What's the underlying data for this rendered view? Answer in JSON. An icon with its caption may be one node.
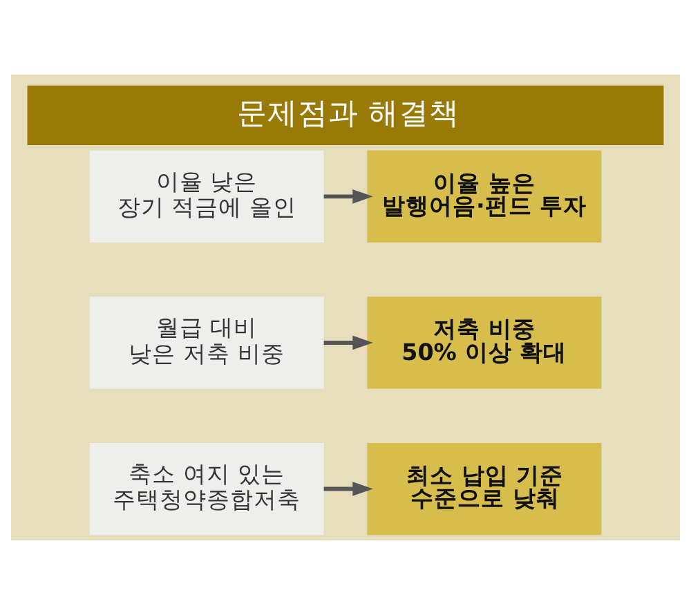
{
  "diagram": {
    "title": "문제점과 해결책",
    "nodes": [
      {
        "text": [
          "이율 낮은 장기 적금에 올인"
        ]
      },
      {
        "text": [
          "이율 높은 발행어음·펀드 투자"
        ]
      },
      {
        "text": [
          "월급 대비 낮은 저축 비중"
        ]
      },
      {
        "text": [
          "저축 비중 50% 이상 확대"
        ]
      },
      {
        "text": [
          "축소 여지 있는 주택청약종합저축"
        ]
      },
      {
        "text": [
          "최소 납입 기준 수준으로 낮춰"
        ]
      }
    ],
    "edges": [
      {
        "from": 0,
        "to": 1,
        "arrow": "to"
      },
      {
        "from": 2,
        "to": 3,
        "arrow": "to"
      },
      {
        "from": 4,
        "to": 5,
        "arrow": "to"
      }
    ]
  }
}
